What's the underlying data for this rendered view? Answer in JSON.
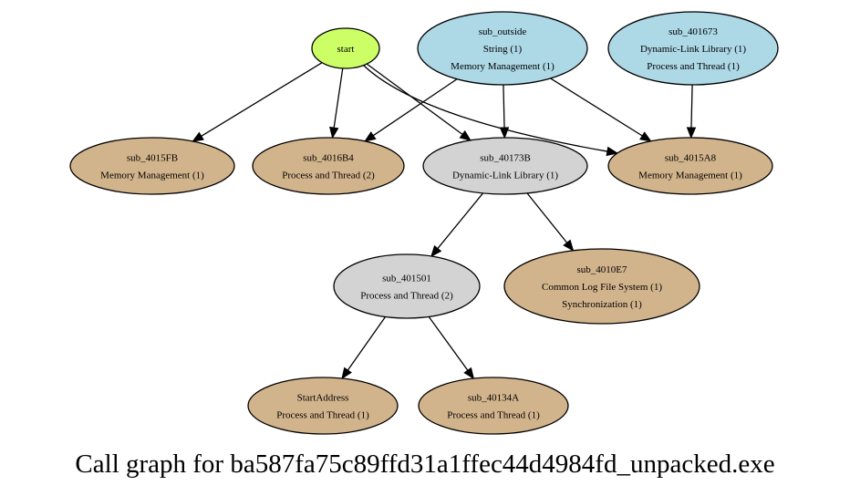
{
  "colors": {
    "start": "#ccff66",
    "external": "#add8e6",
    "internal": "#d3d3d3",
    "leaf": "#d2b48c"
  },
  "nodes": [
    {
      "id": "start",
      "kind": "start",
      "lines": [
        "start"
      ]
    },
    {
      "id": "sub_outside",
      "kind": "external",
      "lines": [
        "sub_outside",
        "String (1)",
        "Memory Management (1)"
      ]
    },
    {
      "id": "sub_401673",
      "kind": "external",
      "lines": [
        "sub_401673",
        "Dynamic-Link Library (1)",
        "Process and Thread (1)"
      ]
    },
    {
      "id": "sub_4015FB",
      "kind": "leaf",
      "lines": [
        "sub_4015FB",
        "Memory Management (1)"
      ]
    },
    {
      "id": "sub_4016B4",
      "kind": "leaf",
      "lines": [
        "sub_4016B4",
        "Process and Thread (2)"
      ]
    },
    {
      "id": "sub_40173B",
      "kind": "internal",
      "lines": [
        "sub_40173B",
        "Dynamic-Link Library (1)"
      ]
    },
    {
      "id": "sub_4015A8",
      "kind": "leaf",
      "lines": [
        "sub_4015A8",
        "Memory Management (1)"
      ]
    },
    {
      "id": "sub_401501",
      "kind": "internal",
      "lines": [
        "sub_401501",
        "Process and Thread (2)"
      ]
    },
    {
      "id": "sub_4010E7",
      "kind": "leaf",
      "lines": [
        "sub_4010E7",
        "Common Log File System (1)",
        "Synchronization (1)"
      ]
    },
    {
      "id": "StartAddress",
      "kind": "leaf",
      "lines": [
        "StartAddress",
        "Process and Thread (1)"
      ]
    },
    {
      "id": "sub_40134A",
      "kind": "leaf",
      "lines": [
        "sub_40134A",
        "Process and Thread (1)"
      ]
    }
  ],
  "edges": [
    {
      "from": "start",
      "to": "sub_4015FB"
    },
    {
      "from": "start",
      "to": "sub_4016B4"
    },
    {
      "from": "start",
      "to": "sub_40173B"
    },
    {
      "from": "start",
      "to": "sub_4015A8"
    },
    {
      "from": "sub_outside",
      "to": "sub_4016B4"
    },
    {
      "from": "sub_outside",
      "to": "sub_40173B"
    },
    {
      "from": "sub_outside",
      "to": "sub_4015A8"
    },
    {
      "from": "sub_401673",
      "to": "sub_4015A8"
    },
    {
      "from": "sub_40173B",
      "to": "sub_401501"
    },
    {
      "from": "sub_40173B",
      "to": "sub_4010E7"
    },
    {
      "from": "sub_401501",
      "to": "StartAddress"
    },
    {
      "from": "sub_401501",
      "to": "sub_40134A"
    }
  ],
  "caption": "Call graph for ba587fa75c89ffd31a1ffec44d4984fd_unpacked.exe"
}
